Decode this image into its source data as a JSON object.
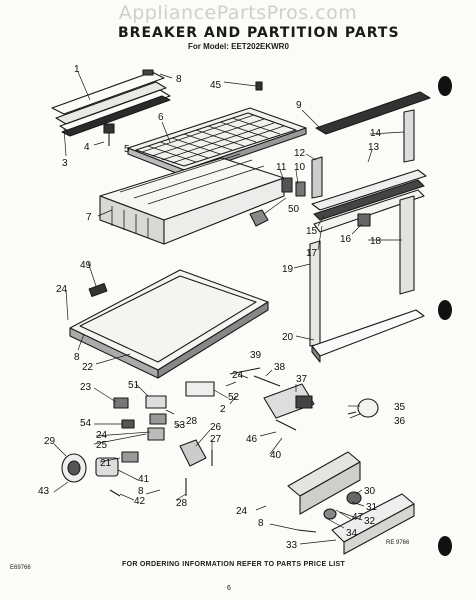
{
  "header": {
    "watermark": "AppliancePartsPros.com",
    "title": "BREAKER AND PARTITION PARTS",
    "subtitle": "For Model: EET202EKWR0"
  },
  "callouts": [
    {
      "id": "c1",
      "text": "1"
    },
    {
      "id": "c2",
      "text": "2"
    },
    {
      "id": "c3",
      "text": "3"
    },
    {
      "id": "c4",
      "text": "4"
    },
    {
      "id": "c5",
      "text": "5"
    },
    {
      "id": "c6",
      "text": "6"
    },
    {
      "id": "c7",
      "text": "7"
    },
    {
      "id": "c8a",
      "text": "8"
    },
    {
      "id": "c8b",
      "text": "8"
    },
    {
      "id": "c8c",
      "text": "8"
    },
    {
      "id": "c8d",
      "text": "8"
    },
    {
      "id": "c9",
      "text": "9"
    },
    {
      "id": "c10",
      "text": "10"
    },
    {
      "id": "c11",
      "text": "11"
    },
    {
      "id": "c12",
      "text": "12"
    },
    {
      "id": "c13",
      "text": "13"
    },
    {
      "id": "c14",
      "text": "14"
    },
    {
      "id": "c15",
      "text": "15"
    },
    {
      "id": "c16",
      "text": "16"
    },
    {
      "id": "c17",
      "text": "17"
    },
    {
      "id": "c18",
      "text": "18"
    },
    {
      "id": "c19",
      "text": "19"
    },
    {
      "id": "c20",
      "text": "20"
    },
    {
      "id": "c21",
      "text": "21"
    },
    {
      "id": "c22",
      "text": "22"
    },
    {
      "id": "c23",
      "text": "23"
    },
    {
      "id": "c24a",
      "text": "24"
    },
    {
      "id": "c24b",
      "text": "24"
    },
    {
      "id": "c24c",
      "text": "24"
    },
    {
      "id": "c24d",
      "text": "24"
    },
    {
      "id": "c25",
      "text": "25"
    },
    {
      "id": "c26",
      "text": "26"
    },
    {
      "id": "c27",
      "text": "27"
    },
    {
      "id": "c28a",
      "text": "28"
    },
    {
      "id": "c28b",
      "text": "28"
    },
    {
      "id": "c29",
      "text": "29"
    },
    {
      "id": "c30",
      "text": "30"
    },
    {
      "id": "c31",
      "text": "31"
    },
    {
      "id": "c32",
      "text": "32"
    },
    {
      "id": "c33",
      "text": "33"
    },
    {
      "id": "c34",
      "text": "34"
    },
    {
      "id": "c35",
      "text": "35"
    },
    {
      "id": "c36",
      "text": "36"
    },
    {
      "id": "c37",
      "text": "37"
    },
    {
      "id": "c38",
      "text": "38"
    },
    {
      "id": "c39",
      "text": "39"
    },
    {
      "id": "c40",
      "text": "40"
    },
    {
      "id": "c41",
      "text": "41"
    },
    {
      "id": "c42",
      "text": "42"
    },
    {
      "id": "c43",
      "text": "43"
    },
    {
      "id": "c45",
      "text": "45"
    },
    {
      "id": "c46",
      "text": "46"
    },
    {
      "id": "c47",
      "text": "47"
    },
    {
      "id": "c49",
      "text": "49"
    },
    {
      "id": "c50",
      "text": "50"
    },
    {
      "id": "c51",
      "text": "51"
    },
    {
      "id": "c52",
      "text": "52"
    },
    {
      "id": "c53",
      "text": "53"
    },
    {
      "id": "c54",
      "text": "54"
    }
  ],
  "footer": {
    "ordering_note": "FOR ORDERING INFORMATION REFER TO PARTS PRICE LIST",
    "code_left": "E69766",
    "code_right": "RE 9766",
    "page": "6"
  },
  "binder_holes": 3
}
